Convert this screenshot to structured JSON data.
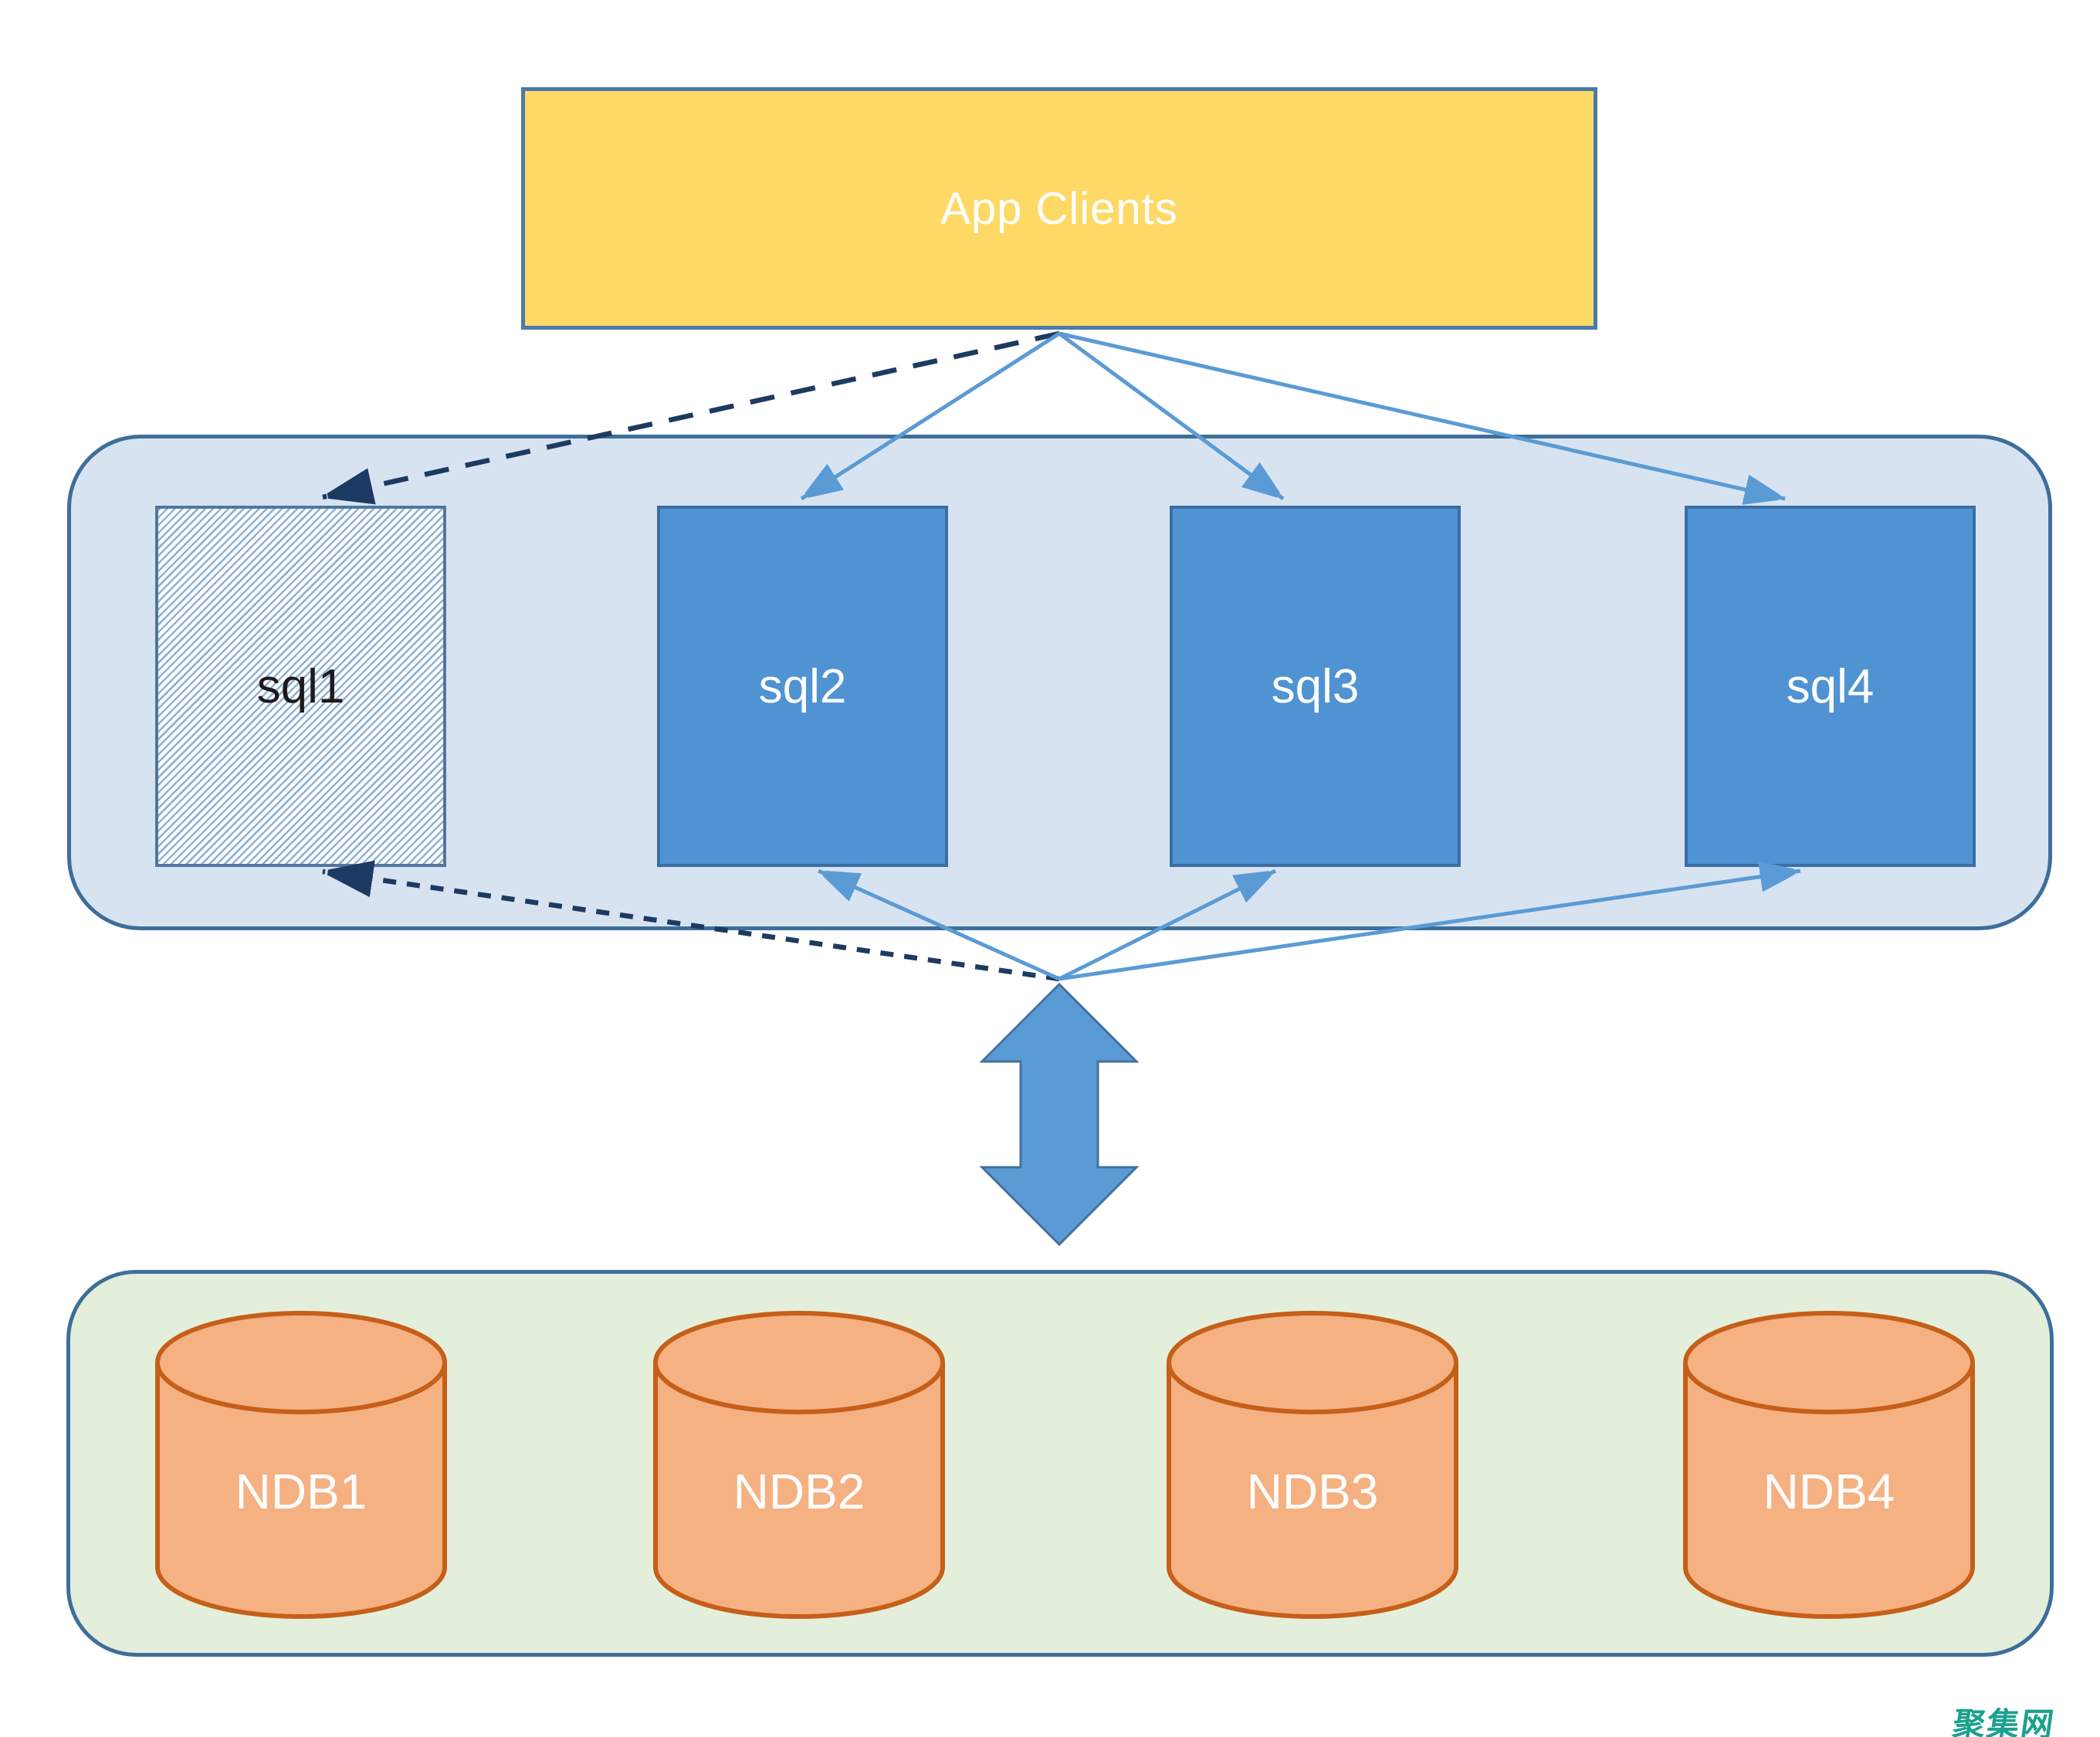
{
  "app_clients": {
    "label": "App Clients"
  },
  "sql_nodes": [
    {
      "label": "sql1",
      "state": "hatched"
    },
    {
      "label": "sql2",
      "state": "active"
    },
    {
      "label": "sql3",
      "state": "active"
    },
    {
      "label": "sql4",
      "state": "active"
    }
  ],
  "ndb_nodes": [
    {
      "label": "NDB1"
    },
    {
      "label": "NDB2"
    },
    {
      "label": "NDB3"
    },
    {
      "label": "NDB4"
    }
  ],
  "watermark": "聚集网",
  "colors": {
    "app_box_fill": "#fed966",
    "container_border": "#3e6e9a",
    "sql_tier_fill": "#d8e3f1",
    "ndb_tier_fill": "#e4efdb",
    "sql_node_fill": "#4f93d2",
    "solid_arrow": "#5b9bd5",
    "dashed_arrow": "#1d3a63",
    "cylinder_fill": "#f5b182",
    "cylinder_stroke": "#c55f19",
    "watermark_color": "#1ca18e"
  }
}
